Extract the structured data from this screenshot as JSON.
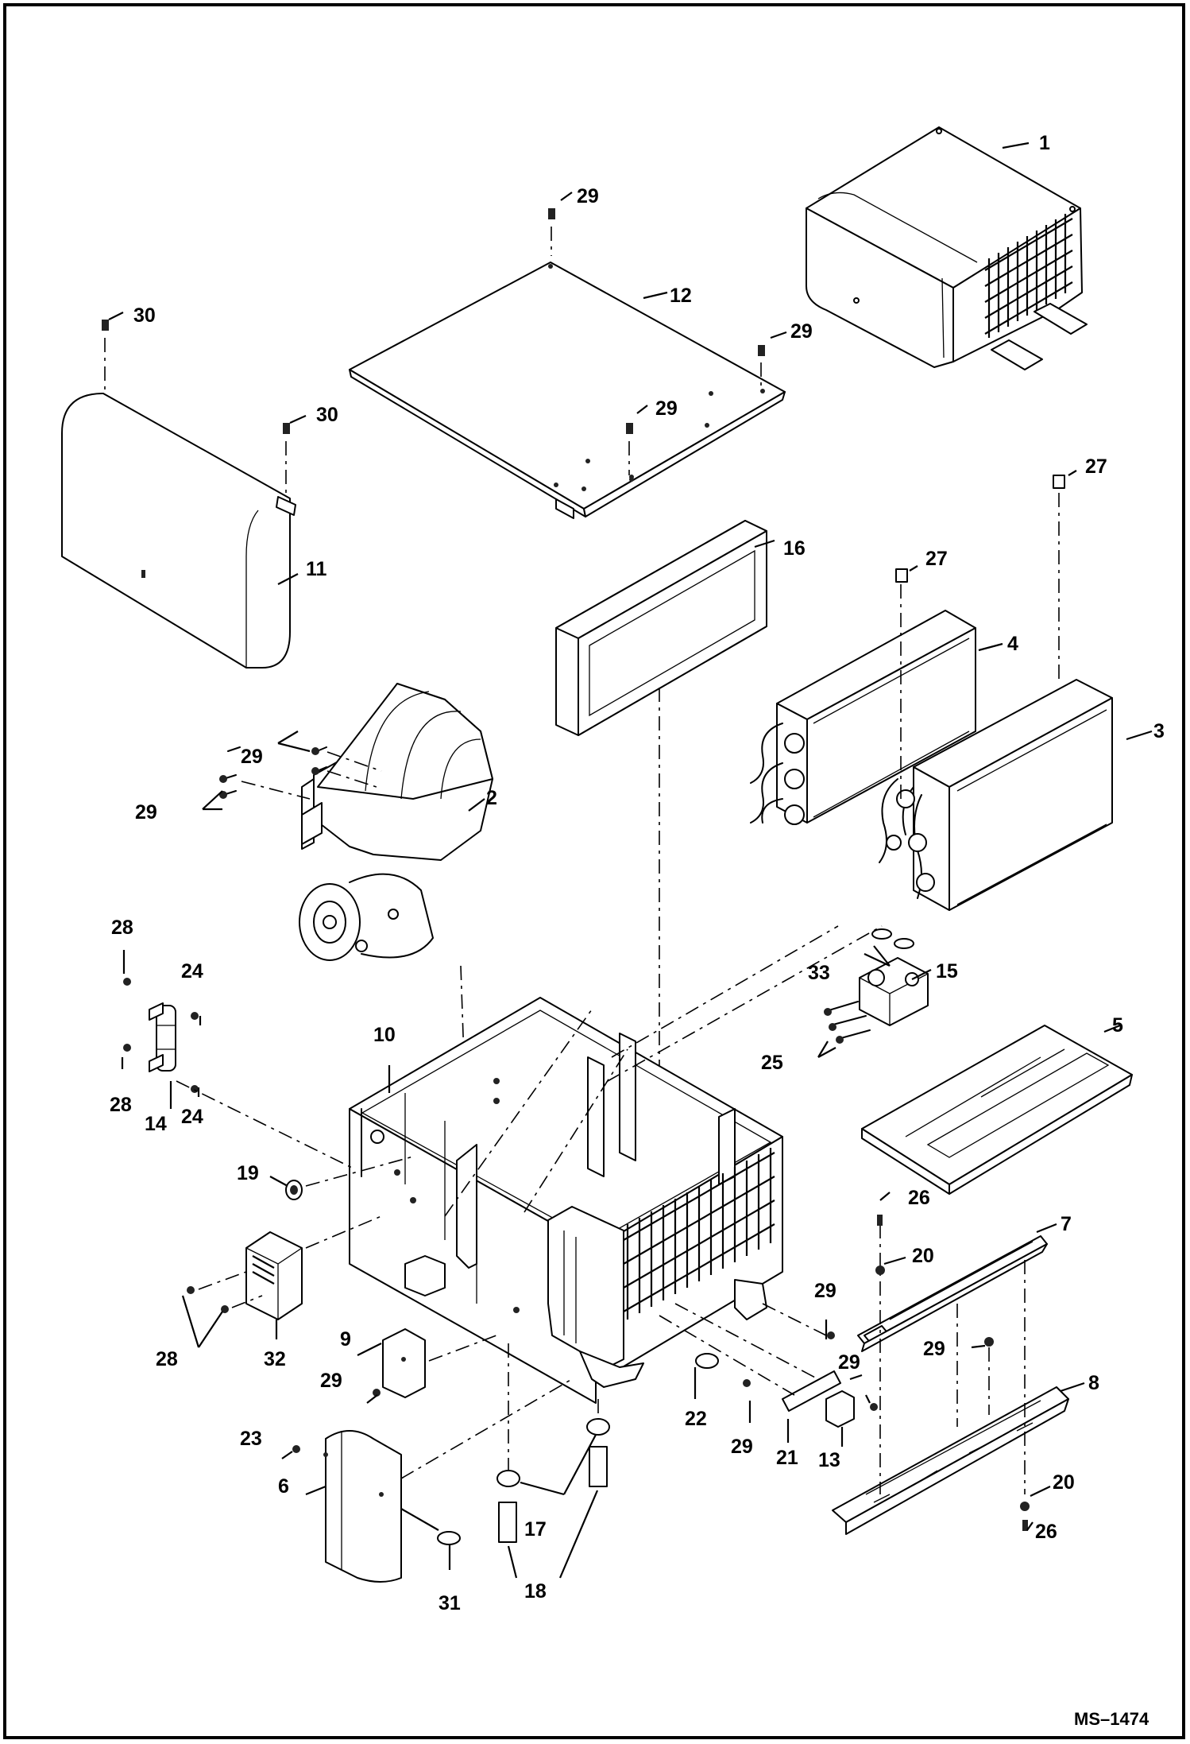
{
  "diagram": {
    "drawing_code": "MS–1474",
    "callouts": {
      "c1": "1",
      "c2": "2",
      "c3": "3",
      "c4": "4",
      "c5": "5",
      "c6": "6",
      "c7": "7",
      "c8": "8",
      "c9": "9",
      "c10": "10",
      "c11": "11",
      "c12": "12",
      "c13": "13",
      "c14": "14",
      "c15": "15",
      "c16": "16",
      "c17": "17",
      "c18": "18",
      "c19": "19",
      "c20a": "20",
      "c20b": "20",
      "c21": "21",
      "c22": "22",
      "c23": "23",
      "c24a": "24",
      "c24b": "24",
      "c25": "25",
      "c26a": "26",
      "c26b": "26",
      "c27a": "27",
      "c27b": "27",
      "c28a": "28",
      "c28b": "28",
      "c28c": "28",
      "c29a": "29",
      "c29b": "29",
      "c29c": "29",
      "c29d": "29",
      "c29e": "29",
      "c29f": "29",
      "c29g": "29",
      "c29h": "29",
      "c29i": "29",
      "c29j": "29",
      "c30a": "30",
      "c30b": "30",
      "c31": "31",
      "c32": "32",
      "c33": "33"
    }
  }
}
